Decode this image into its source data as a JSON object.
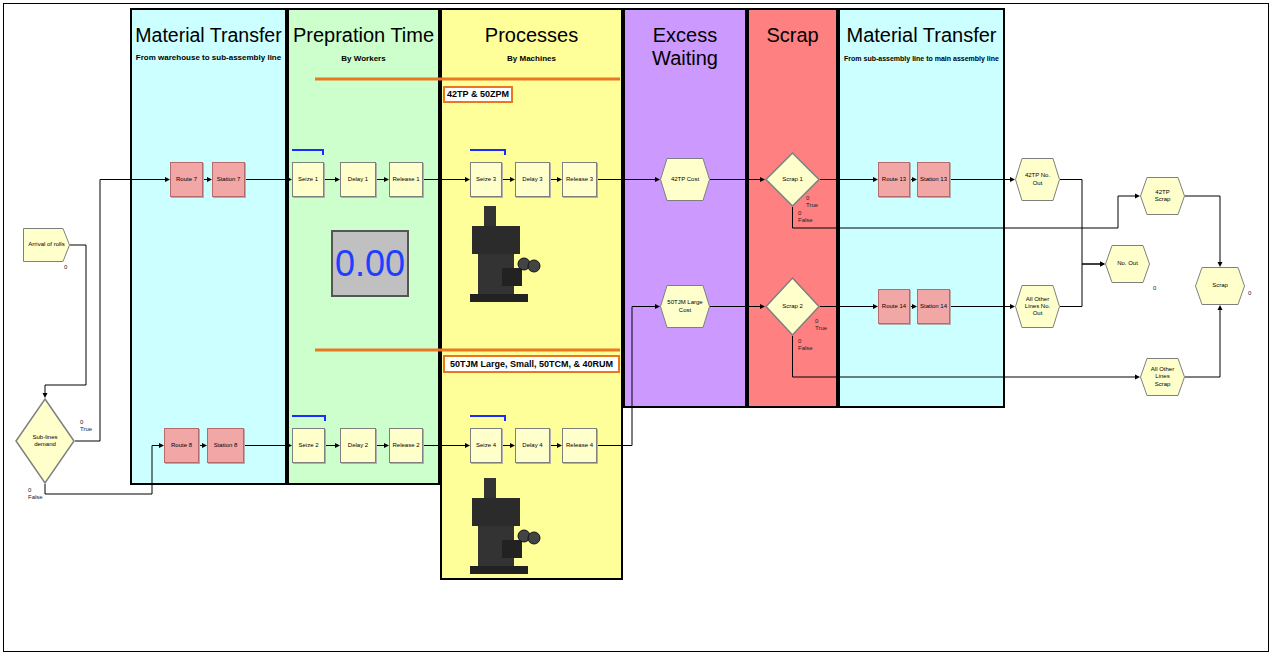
{
  "diagram": {
    "nodes": [
      {
        "text": [
          "Arrival of rolls"
        ]
      },
      {
        "text": [
          "Sub-lines demand"
        ]
      },
      {
        "text": [
          "Material Transfer",
          "From warehouse to sub-assembly line"
        ]
      },
      {
        "text": [
          "Route 7"
        ],
        "in": 2
      },
      {
        "text": [
          "Station 7"
        ],
        "in": 2
      },
      {
        "text": [
          "Route 8"
        ],
        "in": 2
      },
      {
        "text": [
          "Station 8"
        ],
        "in": 2
      },
      {
        "text": [
          "Prepration Time",
          "By Workers"
        ]
      },
      {
        "text": [
          "Seize 1"
        ],
        "in": 7
      },
      {
        "text": [
          "Delay 1"
        ],
        "in": 7
      },
      {
        "text": [
          "Release 1"
        ],
        "in": 7
      },
      {
        "text": [
          "0.00"
        ],
        "in": 7
      },
      {
        "text": [
          "Seize 2"
        ],
        "in": 7
      },
      {
        "text": [
          "Delay 2"
        ],
        "in": 7
      },
      {
        "text": [
          "Release 2"
        ],
        "in": 7
      },
      {
        "text": [
          "Processes",
          "By Machines"
        ]
      },
      {
        "text": [
          "42TP & 50ZPM"
        ],
        "in": 15
      },
      {
        "text": [
          "Seize 3"
        ],
        "in": 15
      },
      {
        "text": [
          "Delay 3"
        ],
        "in": 15
      },
      {
        "text": [
          "Release 3"
        ],
        "in": 15
      },
      {
        "text": [
          "50TJM Large, Small, 50TCM, & 40RUM"
        ],
        "in": 15
      },
      {
        "text": [
          "Seize 4"
        ],
        "in": 15
      },
      {
        "text": [
          "Delay 4"
        ],
        "in": 15
      },
      {
        "text": [
          "Release 4"
        ],
        "in": 15
      },
      {
        "text": [
          "Excess Waiting"
        ]
      },
      {
        "text": [
          "42TP Cost"
        ],
        "in": 24
      },
      {
        "text": [
          "50TJM Large Cost"
        ],
        "in": 24
      },
      {
        "text": [
          "Scrap"
        ]
      },
      {
        "text": [
          "Scrap 1"
        ],
        "in": 27
      },
      {
        "text": [
          "Scrap 2"
        ],
        "in": 27
      },
      {
        "text": [
          "Material Transfer",
          "From sub-assembly line to main assembly line"
        ]
      },
      {
        "text": [
          "Route 13"
        ],
        "in": 30
      },
      {
        "text": [
          "Station 13"
        ],
        "in": 30
      },
      {
        "text": [
          "Route 14"
        ],
        "in": 30
      },
      {
        "text": [
          "Station 14"
        ],
        "in": 30
      },
      {
        "text": [
          "42TP No. Out"
        ]
      },
      {
        "text": [
          "All Other Lines No. Out"
        ]
      },
      {
        "text": [
          "No. Out"
        ]
      },
      {
        "text": [
          "42TP Scrap"
        ]
      },
      {
        "text": [
          "All Other Lines Scrap"
        ]
      },
      {
        "text": [
          "Scrap"
        ]
      }
    ],
    "edges": [
      {
        "from": 0,
        "to": 1,
        "arrow": "to"
      },
      {
        "from": 1,
        "to": 3,
        "arrow": "to"
      },
      {
        "from": 1,
        "to": 5,
        "arrow": "to"
      },
      {
        "from": 3,
        "to": 4,
        "arrow": "to"
      },
      {
        "from": 4,
        "to": 8,
        "arrow": "to"
      },
      {
        "from": 8,
        "to": 9,
        "arrow": "to"
      },
      {
        "from": 9,
        "to": 10,
        "arrow": "to"
      },
      {
        "from": 10,
        "to": 17,
        "arrow": "to"
      },
      {
        "from": 17,
        "to": 18,
        "arrow": "to"
      },
      {
        "from": 18,
        "to": 19,
        "arrow": "to"
      },
      {
        "from": 19,
        "to": 25,
        "arrow": "to"
      },
      {
        "from": 25,
        "to": 28,
        "arrow": "to"
      },
      {
        "from": 28,
        "to": 31,
        "arrow": "to"
      },
      {
        "from": 28,
        "to": 38,
        "arrow": "to"
      },
      {
        "from": 31,
        "to": 32,
        "arrow": "to"
      },
      {
        "from": 32,
        "to": 35,
        "arrow": "to"
      },
      {
        "from": 5,
        "to": 6,
        "arrow": "to"
      },
      {
        "from": 6,
        "to": 12,
        "arrow": "to"
      },
      {
        "from": 12,
        "to": 13,
        "arrow": "to"
      },
      {
        "from": 13,
        "to": 14,
        "arrow": "to"
      },
      {
        "from": 14,
        "to": 21,
        "arrow": "to"
      },
      {
        "from": 21,
        "to": 22,
        "arrow": "to"
      },
      {
        "from": 22,
        "to": 23,
        "arrow": "to"
      },
      {
        "from": 23,
        "to": 26,
        "arrow": "to"
      },
      {
        "from": 26,
        "to": 29,
        "arrow": "to"
      },
      {
        "from": 29,
        "to": 33,
        "arrow": "to"
      },
      {
        "from": 29,
        "to": 39,
        "arrow": "to"
      },
      {
        "from": 33,
        "to": 34,
        "arrow": "to"
      },
      {
        "from": 34,
        "to": 36,
        "arrow": "to"
      },
      {
        "from": 35,
        "to": 37,
        "arrow": "to"
      },
      {
        "from": 36,
        "to": 37,
        "arrow": "to"
      },
      {
        "from": 38,
        "to": 40,
        "arrow": "to"
      },
      {
        "from": 39,
        "to": 40,
        "arrow": "to"
      }
    ],
    "labels": [
      "0",
      "0",
      "True",
      "0",
      "False",
      "0",
      "True",
      "0",
      "False",
      "0",
      "True",
      "0",
      "False",
      "0",
      "0"
    ]
  }
}
